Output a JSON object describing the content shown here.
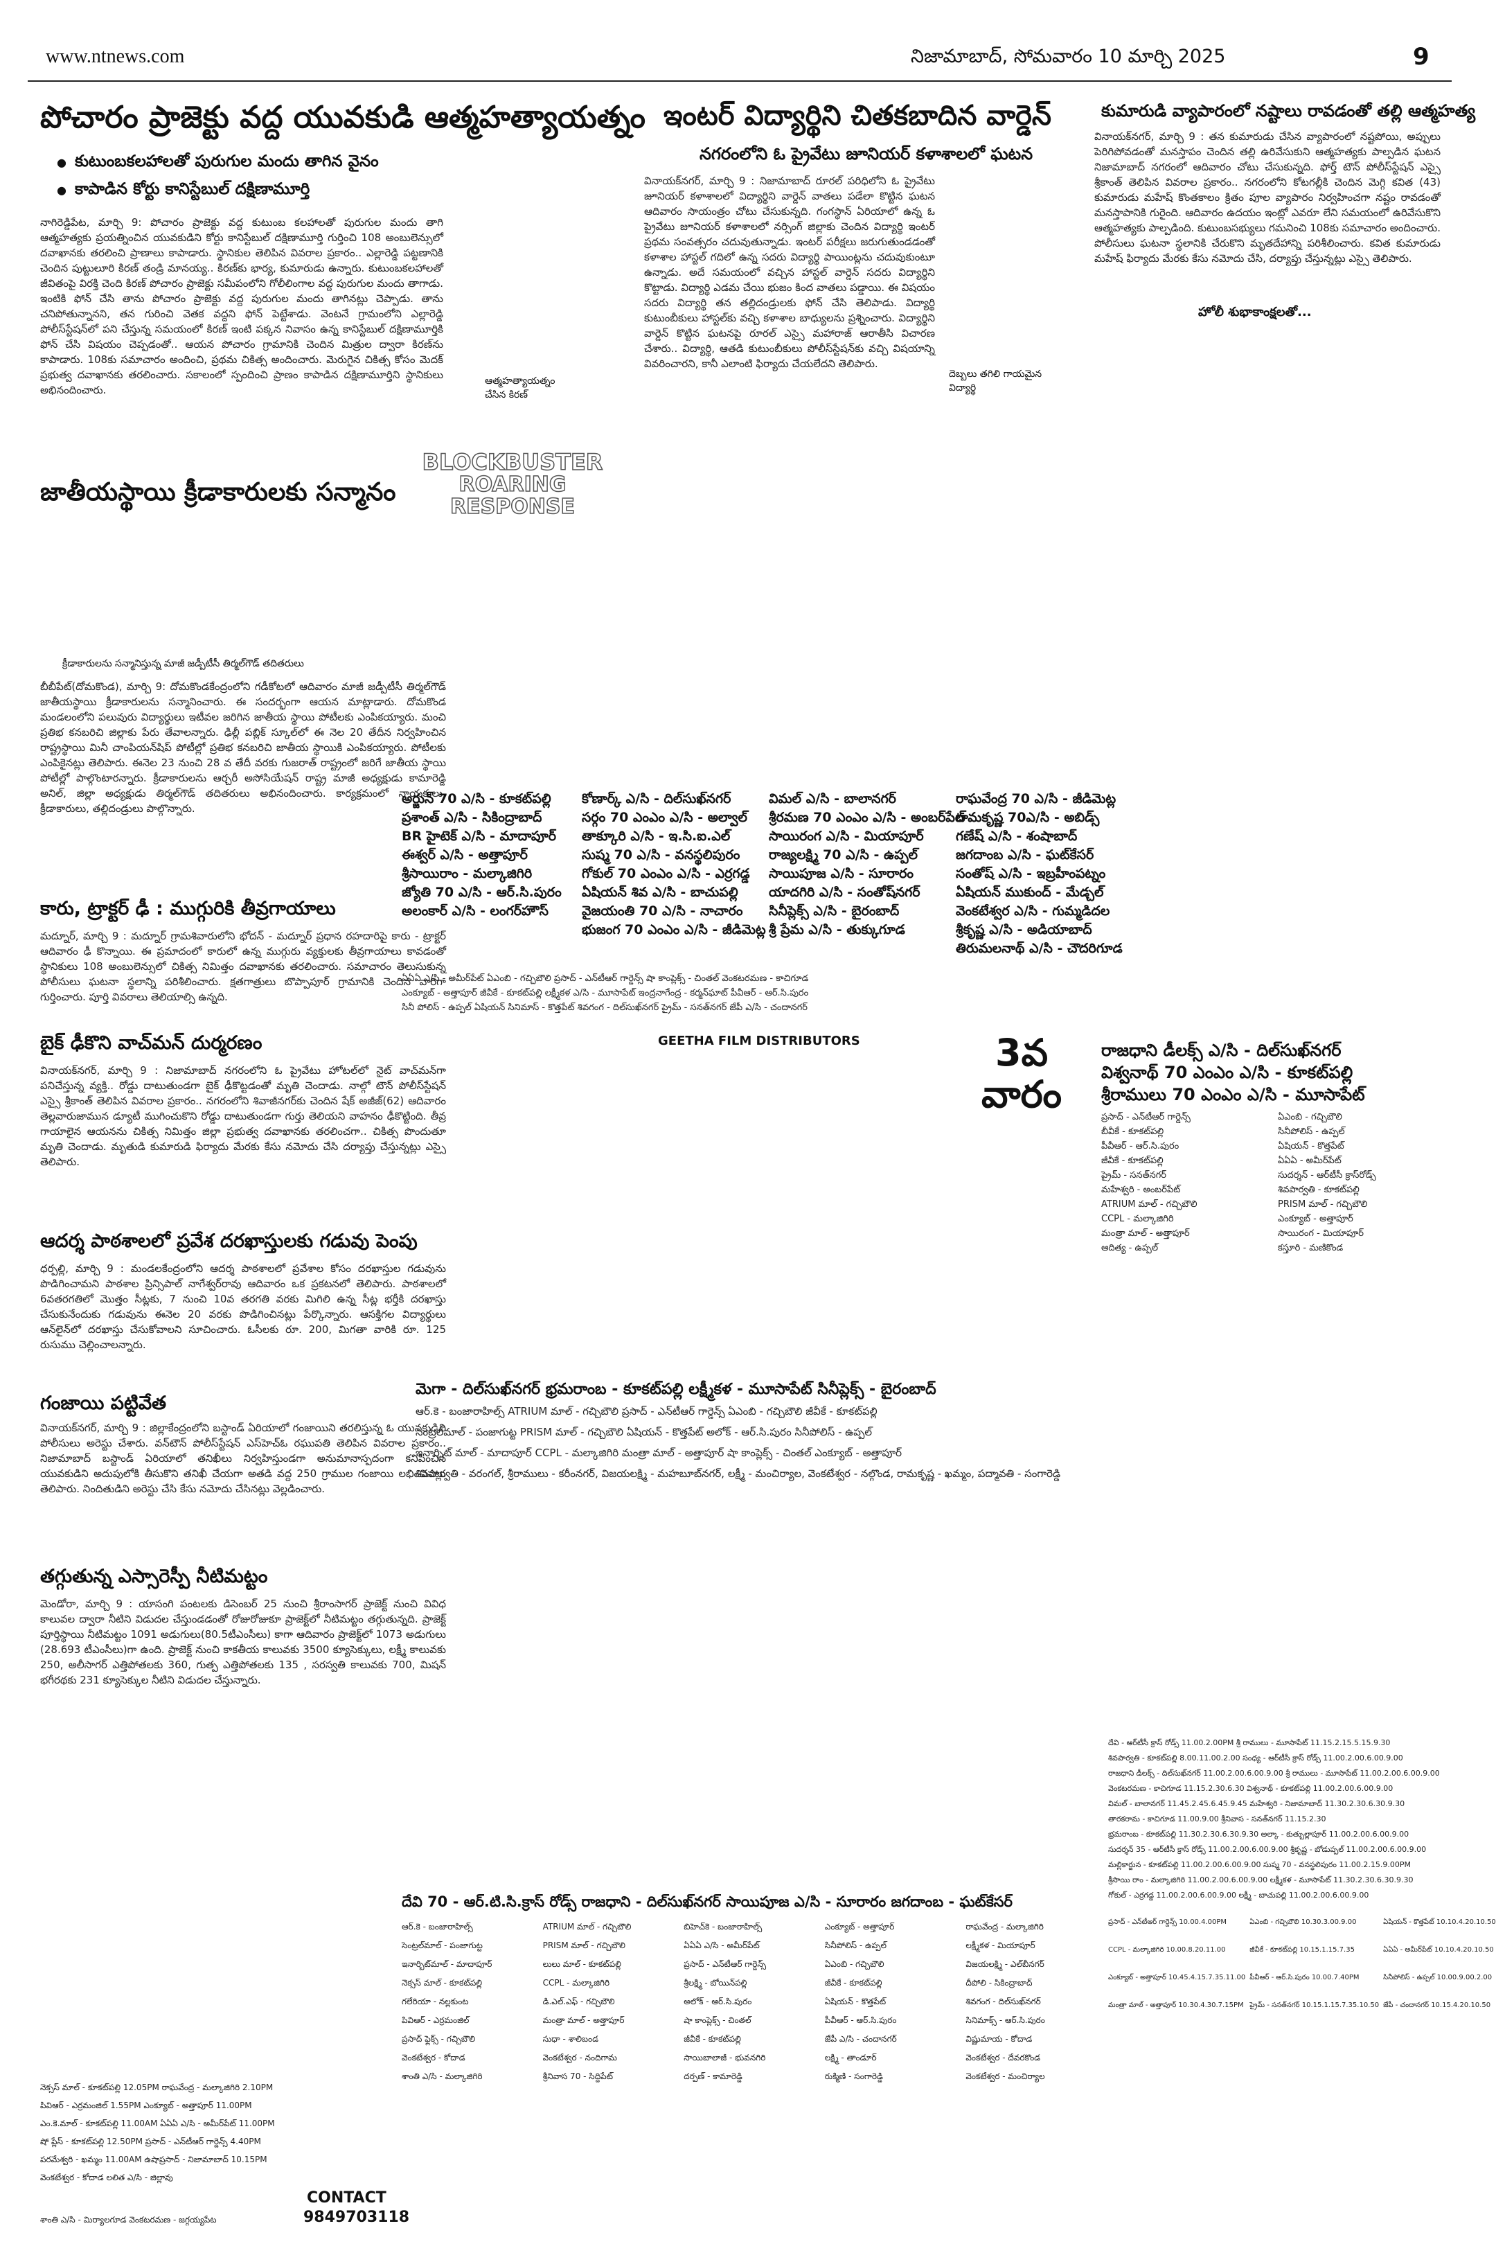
{
  "header": {
    "url": "www.ntnews.com",
    "dateline": "నిజామాబాద్, సోమవారం 10 మార్చి 2025",
    "page_no": "9"
  },
  "story1": {
    "headline": "పోచారం ప్రాజెక్టు వద్ద యువకుడి ఆత్మహత్యాయత్నం",
    "bullets": [
      "కుటుంబకలహాలతో పురుగుల మందు తాగిన వైనం",
      "కాపాడిన కోర్టు కానిస్టేబుల్ దక్షిణామూర్తి"
    ],
    "body": "నాగిరెడ్డిపేట, మార్చి 9: పోచారం ప్రాజెక్టు వద్ద కుటుంబ కలహాలతో పురుగుల మందు తాగి ఆత్మహత్యకు ప్రయత్నించిన యువకుడిని కోర్టు కానిస్టేబుల్ దక్షిణామూర్తి గుర్తించి 108 అంబులెన్సులో దవాఖానకు తరలించి ప్రాణాలు కాపాడారు. స్థానికుల తెలిపిన వివరాల ప్రకారం.. ఎల్లారెడ్డి పట్టణానికి చెందిన పుట్టులూరి కిరణ్ తండ్రి మానయ్య.. కిరణ్‌కు భార్య, కుమారుడు ఉన్నారు. కుటుంబకలహాలతో జీవితంపై విరక్తి చెంది కిరణ్ పోచారం ప్రాజెక్టు సమీపంలోని గోలీలింగాల వద్ద పురుగుల మందు తాగాడు. ఇంటికి ఫోన్ చేసి తాను పోచారం ప్రాజెక్టు వద్ద పురుగుల మందు తాగినట్లు చెప్పాడు. తాను చనిపోతున్నానని, తన గురించి వెతక వద్దని ఫోన్ పెట్టేశాడు. వెంటనే గ్రామంలోని ఎల్లారెడ్డి పోలీస్‌స్టేషన్‌లో పని చేస్తున్న సమయంలో కిరణ్ ఇంటి పక్కన నివాసం ఉన్న కానిస్టేబుల్ దక్షిణామూర్తికి ఫోన్ చేసి విషయం చెప్పడంతో.. ఆయన పోచారం గ్రామానికి చెందిన మిత్రుల ద్వారా కిరణ్‌ను కాపాడారు. 108కు సమాచారం అందించి, ప్రథమ చికిత్స అందించారు. మెరుగైన చికిత్స కోసం మెదక్ ప్రభుత్వ దవాఖానకు తరలించారు. సకాలంలో స్పందించి ప్రాణం కాపాడిన దక్షిణామూర్తిని స్థానికులు అభినందించారు.",
    "caption": "ఆత్మహత్యాయత్నం చేసిన కిరణ్"
  },
  "story2": {
    "headline": "ఇంటర్ విద్యార్థిని చితకబాదిన వార్డెన్",
    "subhead": "నగరంలోని ఓ ప్రైవేటు జూనియర్ కళాశాలలో ఘటన",
    "body": "వినాయక్‌నగర్, మార్చి 9 : నిజామాబాద్ రూరల్ పరిధిలోని ఓ ప్రైవేటు జూనియర్ కళాశాలలో విద్యార్థిని వార్డెన్ వాతలు పడేలా కొట్టిన ఘటన ఆదివారం సాయంత్రం చోటు చేసుకున్నది. గంగస్థాన్ ఏరియాలో ఉన్న ఓ ప్రైవేటు జూనియర్ కళాశాలలో నర్సింగ్ జిల్లాకు చెందిన విద్యార్థి ఇంటర్ ప్రథమ సంవత్సరం చదువుతున్నాడు. ఇంటర్ పరీక్షలు జరుగుతుండడంతో కళాశాల హాస్టల్ గదిలో ఉన్న సదరు విద్యార్థి పాయింట్లను చదువుకుంటూ ఉన్నాడు. అదే సమయంలో వచ్చిన హాస్టల్ వార్డెన్ సదరు విద్యార్థిని కొట్టాడు. విద్యార్థి ఎడమ చేయి భుజం కింద వాతలు పడ్డాయి. ఈ విషయం సదరు విద్యార్థి తన తల్లిదండ్రులకు ఫోన్ చేసి తెలిపాడు. విద్యార్థి కుటుంబీకులు హాస్టల్‌కు వచ్చి కళాశాల బాధ్యులను ప్రశ్నించారు. విద్యార్థిని వార్డెన్ కొట్టిన ఘటనపై రూరల్ ఎస్సై మహారాజ్ ఆరాతీసి విచారణ చేశారు.. విద్యార్థి, ఆతడి కుటుంబీకులు పోలీస్‌స్టేషన్‌కు వచ్చి విషయాన్ని వివరించారని, కానీ ఎలాంటి ఫిర్యాదు చేయలేదని తెలిపారు.",
    "caption": "దెబ్బలు తగిలి గాయమైన విద్యార్థి"
  },
  "story3": {
    "headline": "కుమారుడి వ్యాపారంలో నష్టాలు రావడంతో తల్లి ఆత్మహత్య",
    "body": "వినాయక్‌నగర్, మార్చి 9 : తన కుమారుడు చేసిన వ్యాపారంలో నష్టపోయి, అప్పులు పెరిగిపోవడంతో మనస్తాపం చెందిన తల్లి ఉరివేసుకుని ఆత్మహత్యకు పాల్పడిన ఘటన నిజామాబాద్ నగరంలో ఆదివారం చోటు చేసుకున్నది. ఫోర్త్ టౌన్ పోలీస్‌స్టేషన్ ఎస్సై శ్రీకాంత్ తెలిపిన వివరాల ప్రకారం.. నగరంలోని కోటగల్లీకి చెందిన మెగ్గి కవిత (43) కుమారుడు మహేష్ కొంతకాలం క్రితం పూల వ్యాపారం నిర్వహించగా నష్టం రావడంతో మనస్తాపానికి గురైంది. ఆదివారం ఉదయం ఇంట్లో ఎవరూ లేని సమయంలో ఉరివేసుకొని ఆత్మహత్యకు పాల్పడింది. కుటుంబసభ్యులు గమనించి 108కు సమాచారం అందించారు. పోలీసులు ఘటనా స్థలానికి చేరుకొని మృతదేహాన్ని పరిశీలించారు. కవిత కుమారుడు మహేష్ ఫిర్యాదు మేరకు కేసు నమోదు చేసి, దర్యాప్తు చేస్తున్నట్లు ఎస్సై తెలిపారు.",
    "tag": "హోలీ శుభాకాంక్షలతో..."
  },
  "story4": {
    "headline": "జాతీయస్థాయి క్రీడాకారులకు సన్మానం",
    "caption": "క్రీడాకారులను సన్మానిస్తున్న మాజీ జడ్పీటీసీ తిర్మల్‌గౌడ్ తదితరులు",
    "body": "బీబీపేట్(దోమకొండ), మార్చి 9: దోమకొండకేంద్రంలోని గడీకోటలో ఆదివారం మాజీ జడ్పీటీసీ తిర్మల్‌గౌడ్ జాతీయస్థాయి క్రీడాకారులను సన్మానించారు. ఈ సందర్భంగా ఆయన మాట్లాడారు. దోమకొండ మండలంలోని పలువురు విద్యార్థులు ఇటీవల జరిగిన జాతీయ స్థాయి పోటీలకు ఎంపికయ్యారు. మంచి ప్రతిభ కనబరిచి జిల్లాకు పేరు తేవాలన్నారు. ఢిల్లీ పబ్లిక్ స్కూల్‌లో ఈ నెల 20 తేదీన నిర్వహించిన రాష్ట్రస్థాయి మినీ చాంపియన్‌షిప్ పోటీల్లో ప్రతిభ కనబరిచి జాతీయ స్థాయికి ఎంపికయ్యారు. పోటీలకు ఎంపికైనట్లు తెలిపారు. ఈనెల 23 నుంచి 28 వ తేదీ వరకు గుజరాత్ రాష్ట్రంలో జరిగే జాతీయ స్థాయి పోటీల్లో పాల్గొంటారన్నారు. క్రీడాకారులను ఆర్చరీ అసోసియేషన్ రాష్ట్ర మాజీ అధ్యక్షుడు కామారెడ్డి అనిల్, జిల్లా అధ్యక్షుడు తిర్మల్‌గౌడ్ తదితరులు అభినందించారు. కార్యక్రమంలో నాయకులు, క్రీడాకారులు, తల్లిదండ్రులు పాల్గొన్నారు."
  },
  "story5": {
    "headline": "కారు, ట్రాక్టర్ ఢీ : ముగ్గురికి తీవ్రగాయాలు",
    "body": "మద్నూర్, మార్చి 9 : మద్నూర్ గ్రామశివారులోని భోదన్ - మద్నూర్ ప్రధాన రహదారిపై కారు - ట్రాక్టర్ ఆదివారం ఢీ కొన్నాయి. ఈ ప్రమాదంలో కారులో ఉన్న ముగ్గురు వ్యక్తులకు తీవ్రగాయాలు కావడంతో స్థానికులు 108 అంబులెన్సులో చికిత్స నిమిత్తం దవాఖానకు తరలించారు. సమాచారం తెలుసుకున్న పోలీసులు ఘటనా స్థలాన్ని పరిశీలించారు. క్షతగాత్రులు బొప్పాపూర్ గ్రామానికి చెందిన వారిగా గుర్తించారు. పూర్తి వివరాలు తెలియాల్సి ఉన్నది."
  },
  "story6": {
    "headline": "బైక్ ఢీకొని వాచ్‌మన్ దుర్మరణం",
    "body": "వినాయక్‌నగర్, మార్చి 9 : నిజామాబాద్ నగరంలోని ఓ ప్రైవేటు హోటల్‌లో నైట్ వాచ్‌మన్‌గా పనిచేస్తున్న వ్యక్తి.. రోడ్డు దాటుతుండగా బైక్ ఢీకొట్టడంతో మృతి చెందాడు. నాల్గో టౌన్ పోలీస్‌స్టేషన్ ఎస్సై శ్రీకాంత్ తెలిపిన వివరాల ప్రకారం.. నగరంలోని శివాజీనగర్‌కు చెందిన షేక్ అజీజ్(62) ఆదివారం తెల్లవారుజామున డ్యూటీ ముగించుకొని రోడ్డు దాటుతుండగా గుర్తు తెలియని వాహనం ఢీకొట్టింది. తీవ్ర గాయాలైన ఆయనను చికిత్స నిమిత్తం జిల్లా ప్రభుత్వ దవాఖానకు తరలించగా.. చికిత్స పొందుతూ మృతి చెందాడు. మృతుడి కుమారుడి ఫిర్యాదు మేరకు కేసు నమోదు చేసి దర్యాప్తు చేస్తున్నట్లు ఎస్సై తెలిపారు."
  },
  "story7": {
    "headline": "ఆదర్శ పాఠశాలలో ప్రవేశ దరఖాస్తులకు గడువు పెంపు",
    "body": "ధర్పల్లి, మార్చి 9 : మండలకేంద్రంలోని ఆదర్శ పాఠశాలలో ప్రవేశాల కోసం దరఖాస్తుల గడువును పొడిగించామని పాఠశాల ప్రిన్సిపాల్ నాగేశ్వర్‌రావు ఆదివారం ఒక ప్రకటనలో తెలిపారు. పాఠశాలలో 6వతరగతిలో మొత్తం సీట్లకు, 7 నుంచి 10వ తరగతి వరకు మిగిలి ఉన్న సీట్ల భర్తీకి దరఖాస్తు చేసుకునేందుకు గడువును ఈనెల 20 వరకు పొడిగించినట్లు పేర్కొన్నారు. ఆసక్తిగల విద్యార్థులు ఆన్‌లైన్‌లో దరఖాస్తు చేసుకోవాలని సూచించారు. ఓసీలకు రూ. 200, మిగతా వారికి రూ. 125 రుసుము చెల్లించాలన్నారు."
  },
  "story8": {
    "headline": "గంజాయి పట్టివేత",
    "body": "వినాయక్‌నగర్, మార్చి 9 : జిల్లాకేంద్రంలోని బస్టాండ్ ఏరియాలో గంజాయిని తరలిస్తున్న ఓ యువకుడిని పోలీసులు అరెస్టు చేశారు. వన్‌టౌన్ పోలీస్‌స్టేషన్ ఎస్‌హెచ్‌ఓ రఘుపతి తెలిపిన వివరాల ప్రకారం.. నిజామాబాద్ బస్టాండ్ ఏరియాలో తనిఖీలు నిర్వహిస్తుండగా అనుమానాస్పదంగా కనిపించిన యువకుడిని అదుపులోకి తీసుకొని తనిఖీ చేయగా అతడి వద్ద 250 గ్రాముల గంజాయి లభించినట్లు తెలిపారు. నిందితుడిని అరెస్టు చేసి కేసు నమోదు చేసినట్లు వెల్లడించారు."
  },
  "story9": {
    "headline": "తగ్గుతున్న ఎస్సారెస్పీ నీటిమట్టం",
    "body": "మెండోరా, మార్చి 9 : యాసంగి పంటలకు డిసెంబర్ 25 నుంచి శ్రీరాంసాగర్ ప్రాజెక్ట్ నుంచి వివిధ కాలువల ద్వారా నీటిని విడుదల చేస్తుండడంతో రోజురోజుకూ ప్రాజెక్ట్‌లో నీటిమట్టం తగ్గుతున్నది. ప్రాజెక్ట్ పూర్తిస్థాయి నీటిమట్టం 1091 అడుగులు(80.5టీఎంసీలు) కాగా ఆదివారం ప్రాజెక్ట్‌లో 1073 అడుగులు (28.693 టీఎంసీలు)గా ఉంది. ప్రాజెక్ట్ నుంచి కాకతీయ కాలువకు 3500 క్యూసెక్కులు, లక్ష్మీ కాలువకు 250, అలీసాగర్ ఎత్తిపోతలకు 360, గుత్ప ఎత్తిపోతలకు 135 , సరస్వతి కాలువకు 700, మిషన్ భగీరథకు 231 క్యూసెక్కుల నీటిని విడుదల చేస్తున్నారు."
  },
  "ad_movie": {
    "badge_line1": "BLOCKBUSTER",
    "badge_line2": "ROARING",
    "badge_line3": "RESPONSE",
    "distributor": "GEETHA FILM DISTRIBUTORS",
    "week": "3వ వారం",
    "col1": [
      "అర్జున్ 70 ఎ/సి - కూకట్‌పల్లి",
      "ప్రశాంత్ ఎ/సి - సికింద్రాబాద్",
      "BR హైటెక్ ఎ/సి - మాదాపూర్",
      "ఈశ్వర్ ఎ/సి - అత్తాపూర్",
      "శ్రీసాయిరాం - మల్కాజిగిరి",
      "జ్యోతి 70 ఎ/సి - ఆర్.సి.పురం",
      "అలంకార్ ఎ/సి - లంగర్‌హౌస్"
    ],
    "col2": [
      "కోణార్క్ ఎ/సి - దిల్‌సుఖ్‌నగర్",
      "సర్గం 70 ఎంఎం ఎ/సి - అల్వాల్",
      "తాక్కూరి ఎ/సి - ఇ.సి.ఐ.ఎల్",
      "సుష్మ 70 ఎ/సి - వనస్థలిపురం",
      "గోకుల్ 70 ఎంఎం ఎ/సి - ఎర్రగడ్డ",
      "ఏషియన్ శివ ఎ/సి - బాచుపల్లి",
      "వైజయంతి 70 ఎ/సి - నాచారం",
      "భుజంగ 70 ఎంఎం ఎ/సి - జీడిమెట్ల"
    ],
    "col3": [
      "విమల్ ఎ/సి - బాలానగర్",
      "శ్రీరమణ 70 ఎంఎం ఎ/సి - అంబర్‌పేట్",
      "సాయిరంగ ఎ/సి - మియాపూర్",
      "రాజ్యలక్ష్మి 70 ఎ/సి - ఉప్పల్",
      "సాయిపూజ ఎ/సి - సూరారం",
      "యాదగిరి ఎ/సి - సంతోష్‌నగర్",
      "సినీప్లెక్స్ ఎ/సి - బైరంబాద్",
      "శ్రీ ప్రేమ ఎ/సి - తుక్కుగూడ"
    ],
    "col4": [
      "రాఘవేంద్ర 70 ఎ/సి - జీడిమెట్ల",
      "రామకృష్ణ 70ఎ/సి - అబిడ్స్",
      "గణేష్ ఎ/సి - శంషాబాద్",
      "జగదాంబ ఎ/సి - ఘట్‌కేసర్",
      "సంతోష్ ఎ/సి - ఇబ్రహీంపట్నం",
      "ఏషియన్ ముకుంద్ - మేడ్చల్",
      "వెంకటేశ్వర ఎ/సి - గుమ్మడిదల",
      "శ్రీకృష్ణ ఎ/సి - అడియాబాద్",
      "తిరుమలనాథ్ ఎ/సి - చౌదరిగూడ"
    ],
    "small_rows": [
      "ఏఏఏ ఎ/సి - అమీర్‌పేట్   ఏఎంబి - గచ్చిబౌలి   ప్రసాద్ - ఎన్‌టీఆర్ గార్డెన్స్   షా కాంప్లెక్స్ - చింతల్   వెంకటరమణ - కాచిగూడ",
      "ఎంక్యూబ్ - అత్తాపూర్   జీవీకే - కూకట్‌పల్లి   లక్ష్మీకళ ఎ/సి - మూసాపేట్   ఇంద్రనాగేంద్ర - కర్మన్‌ఘాట్   పీవీఆర్ - ఆర్.సి.పురం",
      "సినీ పోలిస్ - ఉప్పల్   ఏషియన్ సినిమాస్ - కొత్తపేట్   శివగంగ - దిల్‌సుఖ్‌నగర్   ప్రైమ్‌ - సనత్‌నగర్   జేపీ ఎ/సి - చందానగర్"
    ]
  },
  "ad_right": {
    "lines": [
      "రాజధాని డీలక్స్ ఎ/సి - దిల్‌సుఖ్‌నగర్",
      "విశ్వనాథ్ 70 ఎంఎం ఎ/సి - కూకట్‌పల్లి",
      "శ్రీరాములు 70 ఎంఎం ఎ/సి - మూసాపేట్"
    ],
    "list": [
      "ప్రసాద్ - ఎన్‌టీఆర్ గార్డెన్స్",
      "ఏఎంబి - గచ్చిబౌలి",
      "బీవీకే - కూకట్‌పల్లి",
      "సినీపోలిస్ - ఉప్పల్",
      "పీవీఆర్ - ఆర్.సి.పురం",
      "ఏషియన్ - కొత్తపేట్",
      "జీవీకే - కూకట్‌పల్లి",
      "ఏఏఏ - అమీర్‌పేట్",
      "ప్రైమ్ - సనత్‌నగర్",
      "సుదర్శన్ - ఆర్‌టీసీ క్రాస్‌రోడ్స్",
      "మహేశ్వరి - అంబర్‌పేట్",
      "శివపార్వతి - కూకట్‌పల్లి",
      "ATRIUM మాల్ - గచ్చిబౌలి",
      "PRISM మాల్ - గచ్చిబౌలి",
      "CCPL - మల్కాజిగిరి",
      "ఎంక్యూబ్ - అత్తాపూర్",
      "మంత్రా మాల్ - అత్తాపూర్",
      "సాయిరంగ - మియాపూర్",
      "ఆదిత్య - ఉప్పల్",
      "కస్తూరి - మణికొండ"
    ]
  },
  "ad_mega": {
    "heading": "మెగా - దిల్‌సుఖ్‌నగర్   భ్రమరాంబ - కూకట్‌పల్లి   లక్ష్మీకళ - మూసాపేట్   సినీప్లెక్స్ - బైరంబాద్",
    "lines": [
      "ఆర్.కె - బంజారాహిల్స్   ATRIUM మాల్ - గచ్చిబౌలి   ప్రసాద్ - ఎన్‌టీఆర్ గార్డెన్స్   ఏఎంబి - గచ్చిబౌలి   జీవీకే - కూకట్‌పల్లి",
      "సెంట్రల్‌మాల్ - పంజాగుట్ట   PRISM మాల్ - గచ్చిబౌలి   ఏషియన్ - కొత్తపేట్   అలోక్ - ఆర్.సి.పురం   సినీపోలిస్ - ఉప్పల్",
      "ఇనార్బిట్ మాల్ - మాదాపూర్   CCPL - మల్కాజిగిరి   మంత్రా మాల్ - అత్తాపూర్   షా కాంప్లెక్స్ - చింతల్   ఎంక్యూబ్ - అత్తాపూర్",
      "శివపార్వతి - వరంగల్, శ్రీరాములు - కరీంనగర్, విజయలక్ష్మి - మహబూబ్‌నగర్, లక్ష్మీ - మంచిర్యాల, వెంకటేశ్వర - నల్గొండ, రామకృష్ణ - ఖమ్మం, పద్మావతి - సంగారెడ్డి"
    ]
  },
  "ad_bottom": {
    "heading": "దేవి 70 - ఆర్.టి.సి.క్రాస్ రోడ్స్   రాజధాని - దిల్‌సుఖ్‌నగర్   సాయిపూజ ఎ/సి - సూరారం   జగదాంబ - ఘట్‌కేసర్",
    "cols": [
      [
        "ఆర్.కె - బంజారాహిల్స్",
        "సెంట్రల్‌మాల్ - పంజాగుట్ట",
        "ఇనార్బిట్‌మాల్ - మాదాపూర్",
        "నెక్సస్ మాల్ - కూకట్‌పల్లి",
        "గలేరియా - నల్లకుంట",
        "పివిఆర్ - ఎర్రమంజిల్",
        "ప్రసాద్ ఫ్లెక్స్ - గచ్చిబౌలి",
        "వెంకటేశ్వర - కోదాడ",
        "శాంతి ఎ/సి - మల్కాజిగిరి"
      ],
      [
        "ATRIUM మాల్ - గచ్చిబౌలి",
        "PRISM మాల్ - గచ్చిబౌలి",
        "లులు మాల్ - కూకట్‌పల్లి",
        "CCPL - మల్కాజిగిరి",
        "డి.ఎల్.ఎఫ్ - గచ్చిబౌలి",
        "మంత్రా మాల్ - అత్తాపూర్",
        "సుధా - శాలిబండ",
        "వెంకటేశ్వర - నందిగామ",
        "శ్రీనివాస 70 - సిద్దిపేట్"
      ],
      [
        "బిహెచ్‌కె - బంజారాహిల్స్",
        "ఏఏఏ ఎ/సి - అమీర్‌పేట్",
        "ప్రసాద్ - ఎన్‌టీఆర్ గార్డెన్స్",
        "శ్రీలక్ష్మి - బోయిన్‌పల్లి",
        "అలోక్ - ఆర్.సి.పురం",
        "షా కాంప్లెక్స్ - చింతల్",
        "జీవీకే - కూకట్‌పల్లి",
        "సాయిబాలాజీ - భువనగిరి",
        "దర్పణ్ - కామారెడ్డి"
      ],
      [
        "ఎంక్యూబ్ - అత్తాపూర్",
        "సినీపోలిస్ - ఉప్పల్",
        "ఏఎంబి - గచ్చిబౌలి",
        "జీవీకే - కూకట్‌పల్లి",
        "ఏషియన్ - కొత్తపేట్",
        "పీవీఆర్ - ఆర్.సి.పురం",
        "జేపీ ఎ/సి - చందానగర్",
        "లక్ష్మి - తాండూర్",
        "రుక్మిణి - సంగారెడ్డి"
      ],
      [
        "రాఘవేంద్ర - మల్కాజిగిరి",
        "లక్ష్మీకళ - మియాపూర్",
        "విజయలక్ష్మి - ఎల్‌బీనగర్",
        "దీపోలి - సికింద్రాబాద్",
        "శివగంగ - దిల్‌సుఖ్‌నగర్",
        "సినిమాక్స్ - ఆర్.సి.పురం",
        "విష్ణుమాయ - కోదాడ",
        "వెంకటేశ్వర - దేవరకొండ",
        "వెంకటేశ్వర - మంచిర్యాల"
      ]
    ]
  },
  "bottom_left": {
    "lines": [
      "నెక్సస్ మాల్ - కూకట్‌పల్లి 12.05PM   రాఘవేంద్ర - మల్కాజిగిరి 2.10PM",
      "పివిఆర్ - ఎర్రమంజిల్ 1.55PM   ఎంక్యూబ్ - అత్తాపూర్ 11.00PM",
      "ఎం.కె.మాల్ - కూకట్‌పల్లి 11.00AM   ఏఏఏ ఎ/సి - అమీర్‌పేట్ 11.00PM",
      "షో ప్లేస్ - కూకట్‌పల్లి 12.50PM   ప్రసాద్ - ఎన్‌టీఆర్ గార్డెన్స్ 4.40PM",
      "పరమేశ్వరి - ఖమ్మం 11.00AM   ఉషాప్రసాద్ - నిజామాబాద్ 10.15PM",
      "వెంకటేశ్వర - కోదాడ   లలిత ఎ/సి - జిల్లావు"
    ],
    "contact_label": "CONTACT",
    "contact_phone": "9849703118",
    "last_line": "శాంతి ఎ/సి - మిర్యాలగూడ  వెంకటరమణ - జగ్గయ్యపేట"
  },
  "showtimes_right": {
    "rows": [
      "దేవి - ఆర్‌టీసీ క్రాస్ రోడ్స్ 11.00.2.00PM   శ్రీ రాములు - మూసాపేట్ 11.15.2.15.5.15.9.30",
      "శివపార్వతి - కూకట్‌పల్లి 8.00.11.00.2.00   సంధ్య - ఆర్‌టీసీ క్రాస్ రోడ్స్ 11.00.2.00.6.00.9.00",
      "రాజధాని డీలక్స్ - దిల్‌సుఖ్‌నగర్ 11.00.2.00.6.00.9.00   శ్రీ రాములు - మూసాపేట్ 11.00.2.00.6.00.9.00",
      "వెంకటరమణ - కాచిగూడ 11.15.2.30.6.30   విశ్వనాథ్ - కూకట్‌పల్లి 11.00.2.00.6.00.9.00",
      "విమల్ - బాలానగర్ 11.45.2.45.6.45.9.45   మహేశ్వరి - నిజామాబాద్ 11.30.2.30.6.30.9.30",
      "తారకరామ - కాచిగూడ 11.00.9.00   శ్రీనివాస - సనత్‌నగర్ 11.15.2.30",
      "భ్రమరాంబ - కూకట్‌పల్లి 11.30.2.30.6.30.9.30   అల్కా - కుత్బుల్లాపూర్ 11.00.2.00.6.00.9.00",
      "సుదర్శన్ 35 - ఆర్‌టీసీ క్రాస్ రోడ్స్ 11.00.2.00.6.00.9.00   శ్రీకృష్ణ - బోడుప్పల్ 11.00.2.00.6.00.9.00",
      "మల్లికార్జున - కూకట్‌పల్లి 11.00.2.00.6.00.9.00   సుష్మ 70 - వనస్థలిపురం 11.00.2.15.9.00PM",
      "శ్రీసాయి రాం - మల్కాజిగిరి 11.00.2.00.6.00.9.00   లక్ష్మీకళ - మూసాపేట్ 11.30.2.30.6.30.9.30",
      "గోకుల్ - ఎర్రగడ్డ 11.00.2.00.6.00.9.00   లక్ష్మీ - బాచుపల్లి 11.00.2.00.6.00.9.00"
    ],
    "grid": [
      "ప్రసాద్ - ఎన్‌టీఆర్ గార్డెన్స్ 10.00.4.00PM",
      "ఏఎంబి - గచ్చిబౌలి 10.30.3.00.9.00",
      "ఏషియన్ - కొత్తపేట్ 10.10.4.20.10.50",
      "CCPL - మల్కాజిగిరి 10.00.8.20.11.00",
      "జీవీకే - కూకట్‌పల్లి 10.15.1.15.7.35",
      "ఏఏఏ - అమీర్‌పేట్ 10.10.4.20.10.50",
      "ఎంక్యూబ్ - అత్తాపూర్ 10.45.4.15.7.35.11.00",
      "పీవీఆర్ - ఆర్.సి.పురం 10.00.7.40PM",
      "సినీపోలిస్ - ఉప్పల్ 10.00.9.00.2.00",
      "మంత్రా మాల్ - అత్తాపూర్ 10.30.4.30.7.15PM",
      "ప్రైమ్ - సనత్‌నగర్ 10.15.1.15.7.35.10.50",
      "జేపీ - చందానగర్ 10.15.4.20.10.50"
    ]
  }
}
